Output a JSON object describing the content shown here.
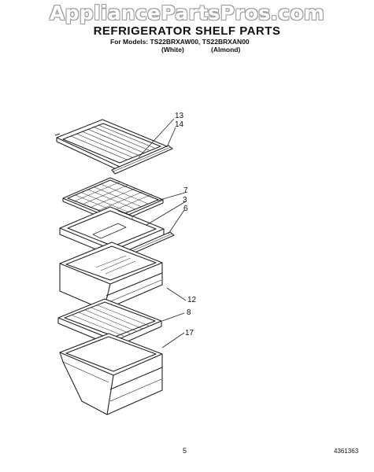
{
  "watermark": "AppliancePartsPros.com",
  "header": {
    "title": "REFRIGERATOR SHELF PARTS",
    "models": "For Models: TS22BRXAW00, TS22BRXAN00",
    "variant_white": "(White)",
    "variant_almond": "(Almond)"
  },
  "callouts": [
    "13",
    "14",
    "7",
    "3",
    "6",
    "12",
    "8",
    "17"
  ],
  "footer": {
    "page_number": "5",
    "document_number": "4361363"
  }
}
